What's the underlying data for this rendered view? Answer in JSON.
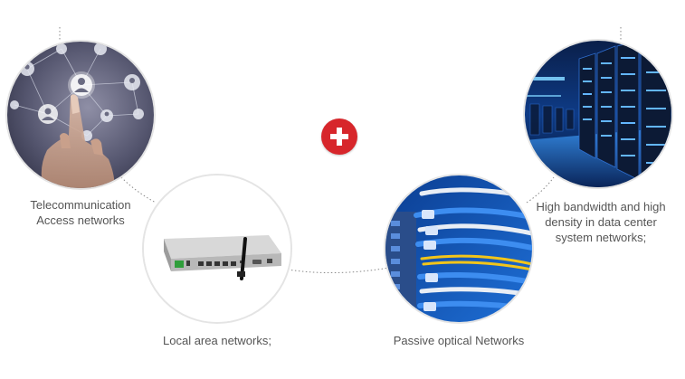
{
  "diagram": {
    "center": {
      "icon": "plus-icon",
      "color": "#d7262b"
    },
    "nodes": [
      {
        "id": "telecom",
        "image": "people-network-photo",
        "caption_lines": [
          "Telecommunication",
          "Access networks"
        ]
      },
      {
        "id": "lan",
        "image": "wireless-router-photo",
        "caption_lines": [
          "Local area networks;"
        ]
      },
      {
        "id": "pon",
        "image": "fiber-patch-panel-photo",
        "caption_lines": [
          "Passive optical Networks"
        ]
      },
      {
        "id": "datacenter",
        "image": "server-room-photo",
        "caption_lines": [
          "High bandwidth and high",
          "density in data center",
          "system networks;"
        ]
      }
    ],
    "colors": {
      "caption_text": "#555555",
      "connector": "#8a8a8a",
      "circle_border": "#e4e4e4"
    }
  }
}
